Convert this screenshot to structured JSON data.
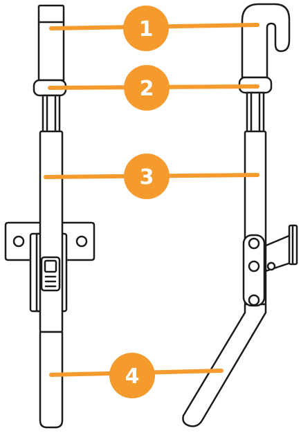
{
  "diagram": {
    "callouts": [
      {
        "id": "1",
        "label": "1"
      },
      {
        "id": "2",
        "label": "2"
      },
      {
        "id": "3",
        "label": "3"
      },
      {
        "id": "4",
        "label": "4"
      }
    ]
  },
  "colors": {
    "accent": "#F59A2D",
    "stroke": "#1A1A1A",
    "background": "#FFFFFF"
  }
}
